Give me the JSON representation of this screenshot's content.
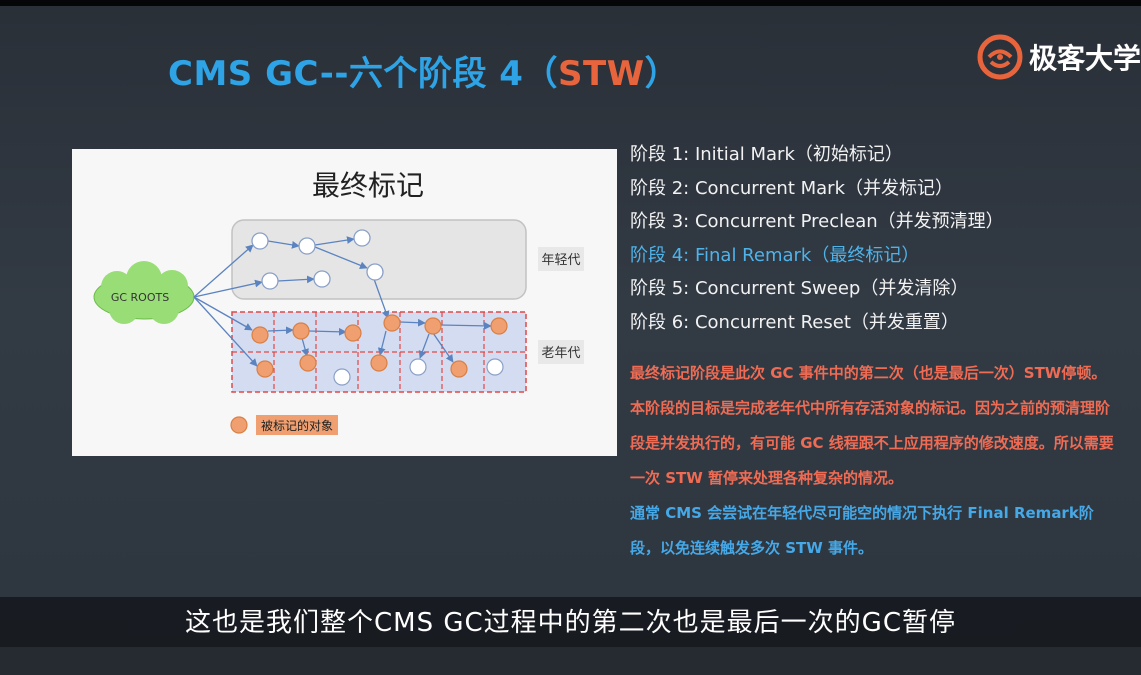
{
  "slide": {
    "title_main": "CMS GC--六个阶段 4（",
    "title_accent": "STW",
    "title_end": "）"
  },
  "logo": {
    "text": "极客大学",
    "brand_color": "#e8643c"
  },
  "diagram": {
    "title": "最终标记",
    "gc_roots_label": "GC ROOTS",
    "young_gen_label": "年轻代",
    "old_gen_label": "老年代",
    "legend_label": "被标记的对象"
  },
  "stages": [
    {
      "label": "阶段 1: Initial Mark（初始标记）"
    },
    {
      "label": "阶段 2: Concurrent Mark（并发标记）"
    },
    {
      "label": "阶段 3: Concurrent Preclean（并发预清理）"
    },
    {
      "label": "阶段 4: Final Remark（最终标记）"
    },
    {
      "label": "阶段 5: Concurrent Sweep（并发清除）"
    },
    {
      "label": "阶段 6: Concurrent Reset（并发重置）"
    }
  ],
  "active_stage": 4,
  "description": {
    "paragraph_1": "最终标记阶段是此次 GC 事件中的第二次（也是最后一次）STW停顿。本阶段的目标是完成老年代中所有存活对象的标记。因为之前的预清理阶段是并发执行的，有可能 GC 线程跟不上应用程序的修改速度。所以需要一次 STW 暂停来处理各种复杂的情况。",
    "paragraph_2": "通常 CMS 会尝试在年轻代尽可能空的情况下执行 Final Remark阶段，以免连续触发多次 STW 事件。"
  },
  "subtitle": "这也是我们整个CMS GC过程中的第二次也是最后一次的GC暂停",
  "colors": {
    "title_blue": "#2ea3e6",
    "accent_red": "#e8643c",
    "active_stage_blue": "#4fb3ea",
    "desc_red": "#ef6b53",
    "desc_blue": "#46a8e6",
    "marked_object": "#f0a070",
    "gc_roots_cloud": "#99dd77",
    "old_gen_fill": "#d3dcf0",
    "old_gen_border": "#e04848"
  }
}
